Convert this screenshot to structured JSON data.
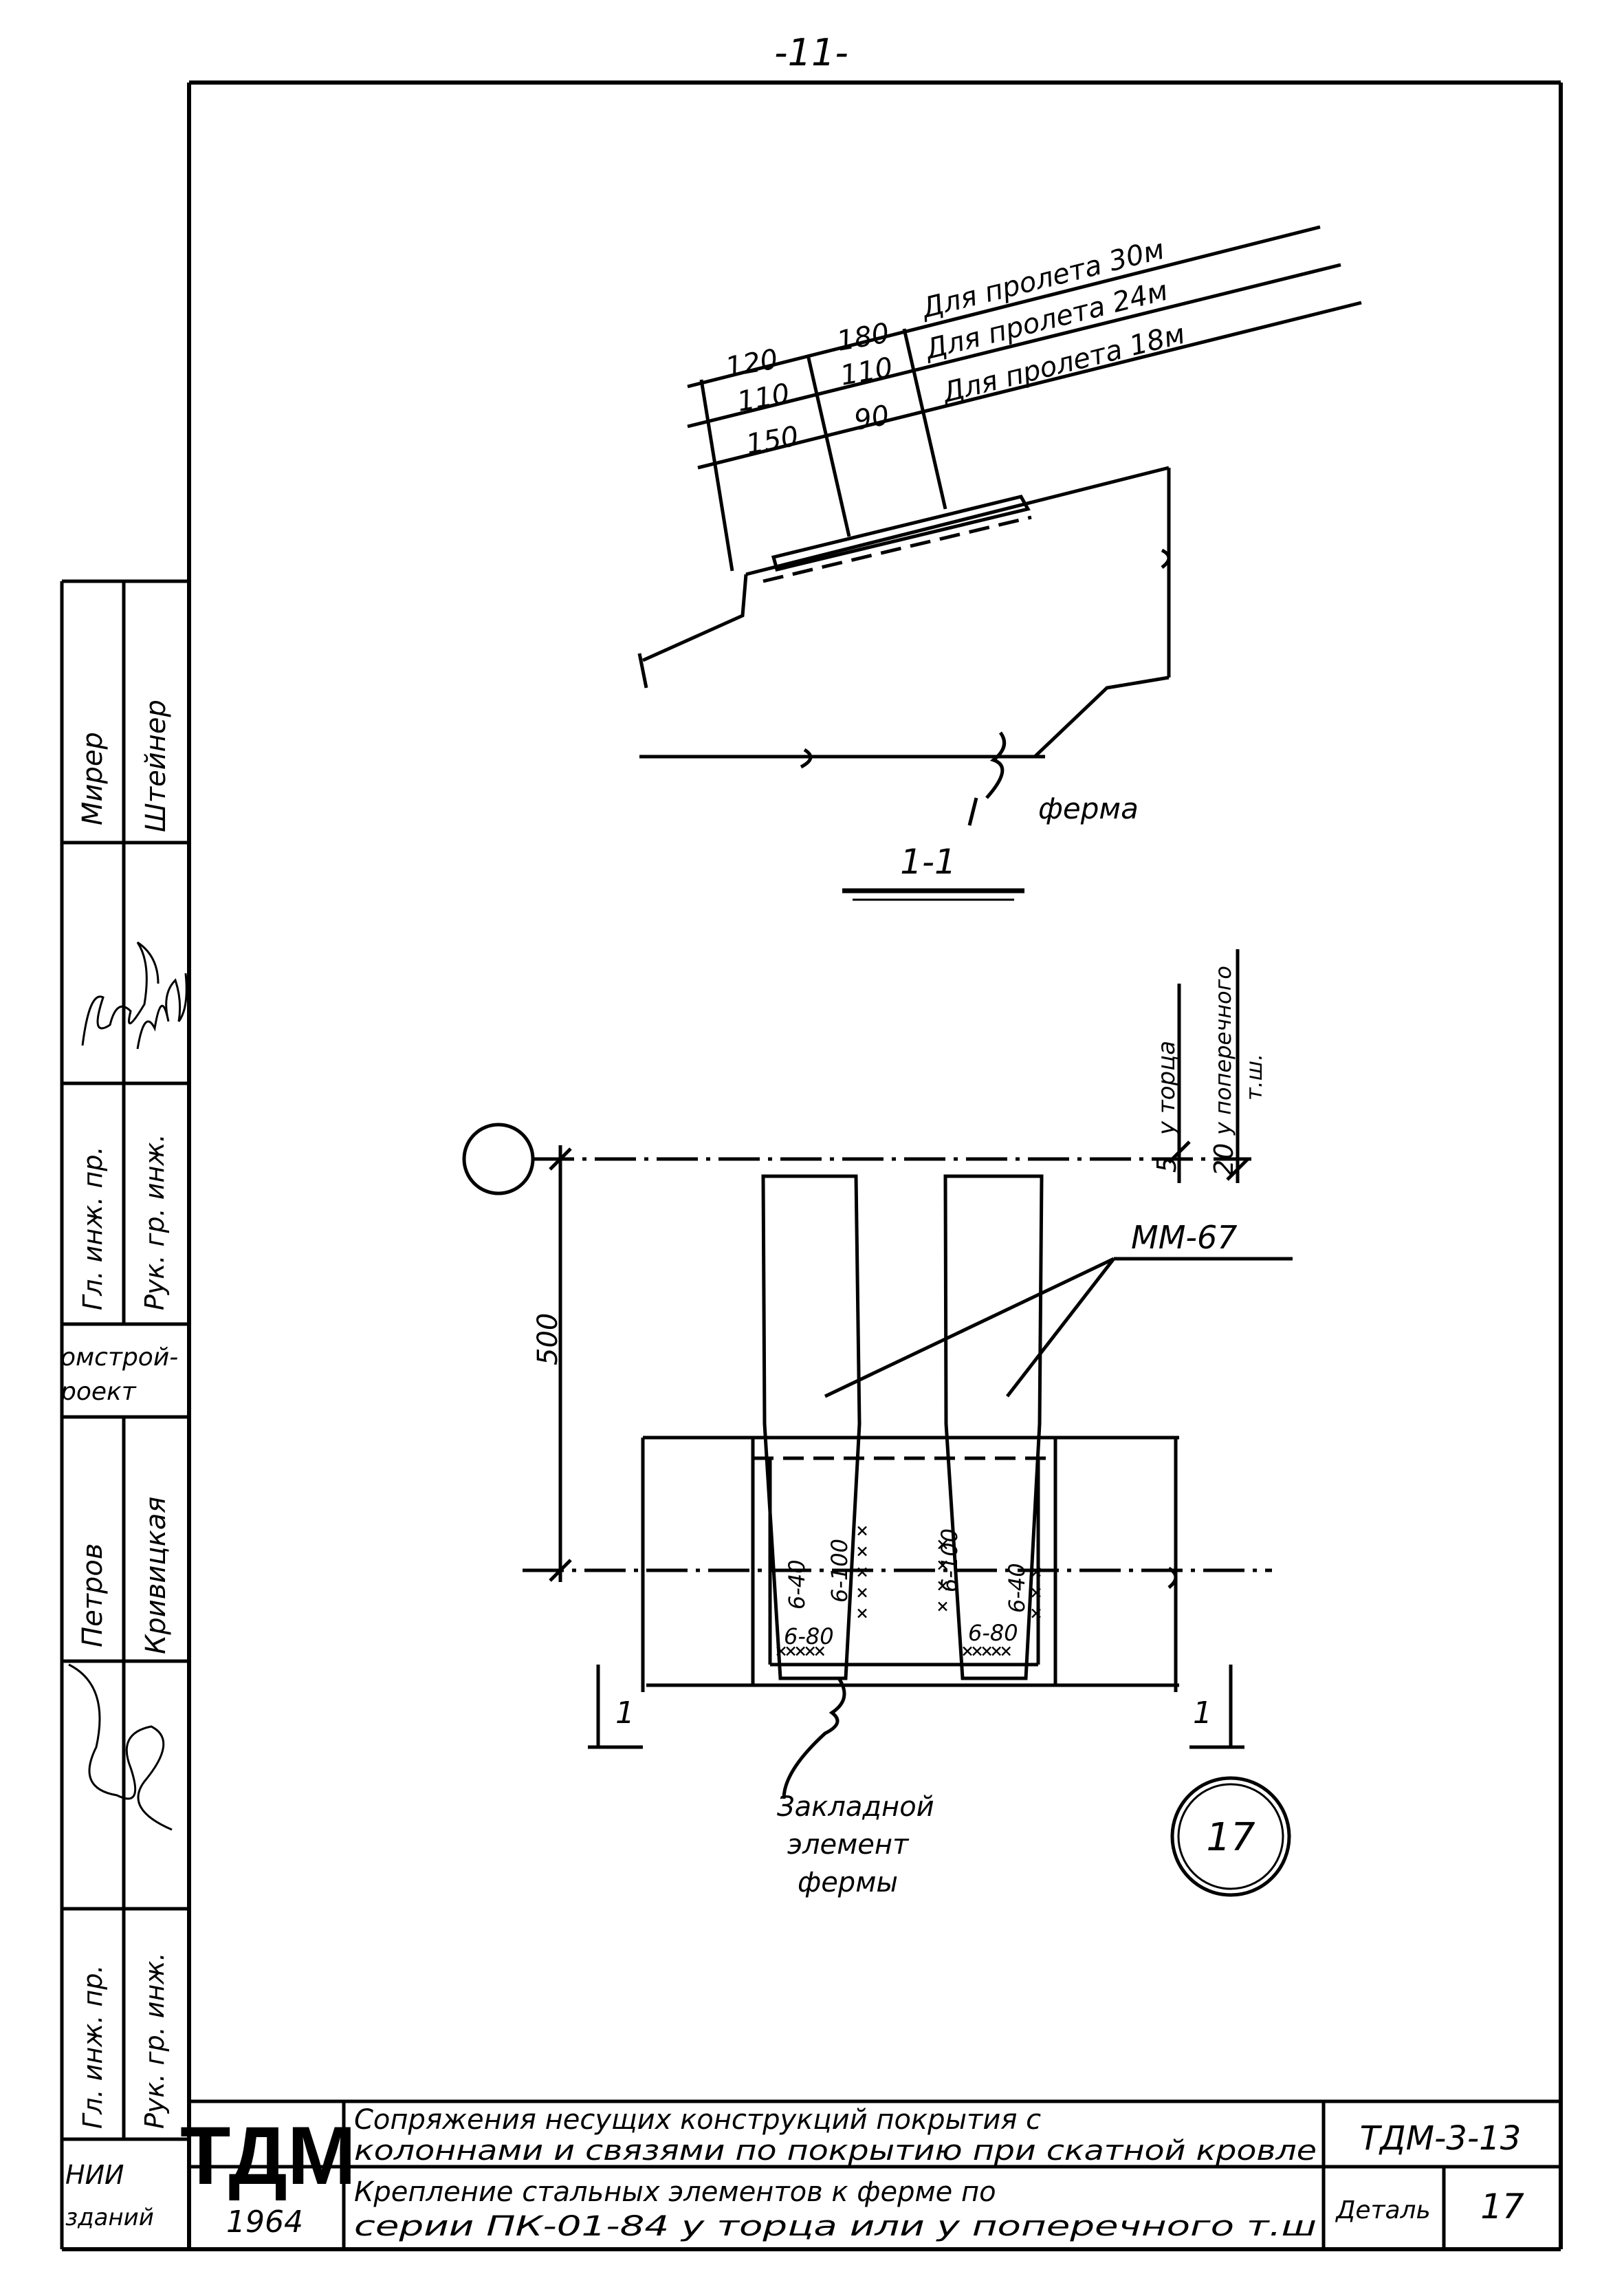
{
  "page_number": "-11-",
  "section_1_1": {
    "dims_row1": [
      "120",
      "180"
    ],
    "dims_row2": [
      "110",
      "110"
    ],
    "dims_row3": [
      "150",
      "90"
    ],
    "span_labels": [
      "Для пролета 30м",
      "Для пролета 24м",
      "Для пролета 18м"
    ],
    "truss_label": "ферма",
    "section_mark": "1-1"
  },
  "plan": {
    "axis_dim_left": "500",
    "dim_end": "5",
    "dim_transverse": "20",
    "label_end": "у торца",
    "label_transverse_line1": "у поперечного",
    "label_transverse_line2": "т.ш.",
    "element_mark": "ММ-67",
    "weld_left_side": "6-40",
    "weld_left_inner": "6-100",
    "weld_right_inner": "6-100",
    "weld_right_side": "6-40",
    "weld_left_bottom": "6-80",
    "weld_right_bottom": "6-80",
    "section_cut_label": "1",
    "embedded_label_line1": "Закладной",
    "embedded_label_line2": "элемент",
    "embedded_label_line3": "фермы",
    "detail_number": "17"
  },
  "side_stamp": {
    "names_top": [
      "Мирер",
      "Штейнер"
    ],
    "signatures_top": [
      "В.Мирер",
      "И.Штейнер"
    ],
    "roles_top": [
      "Гл. инж. пр.",
      "Рук. гр. инж."
    ],
    "org_top": [
      "омстрой-",
      "роект"
    ],
    "names_bottom": [
      "Петров",
      "Кривицкая"
    ],
    "roles_bottom": [
      "Гл. инж. пр.",
      "Рук. гр. инж."
    ],
    "org_bottom": [
      "НИИ",
      "зданий"
    ]
  },
  "title_block": {
    "logo": "ТДМ",
    "year": "1964",
    "title_line1": "Сопряжения несущих конструкций покрытия с",
    "title_line2": "колоннами и связями по покрытию при скатной кровле",
    "subtitle_line1": "Крепление стальных элементов к ферме по",
    "subtitle_line2": "серии ПК-01-84 у торца или у поперечного т.ш",
    "doc_code": "ТДМ-3-13",
    "detail_label": "Деталь",
    "detail_number": "17"
  }
}
